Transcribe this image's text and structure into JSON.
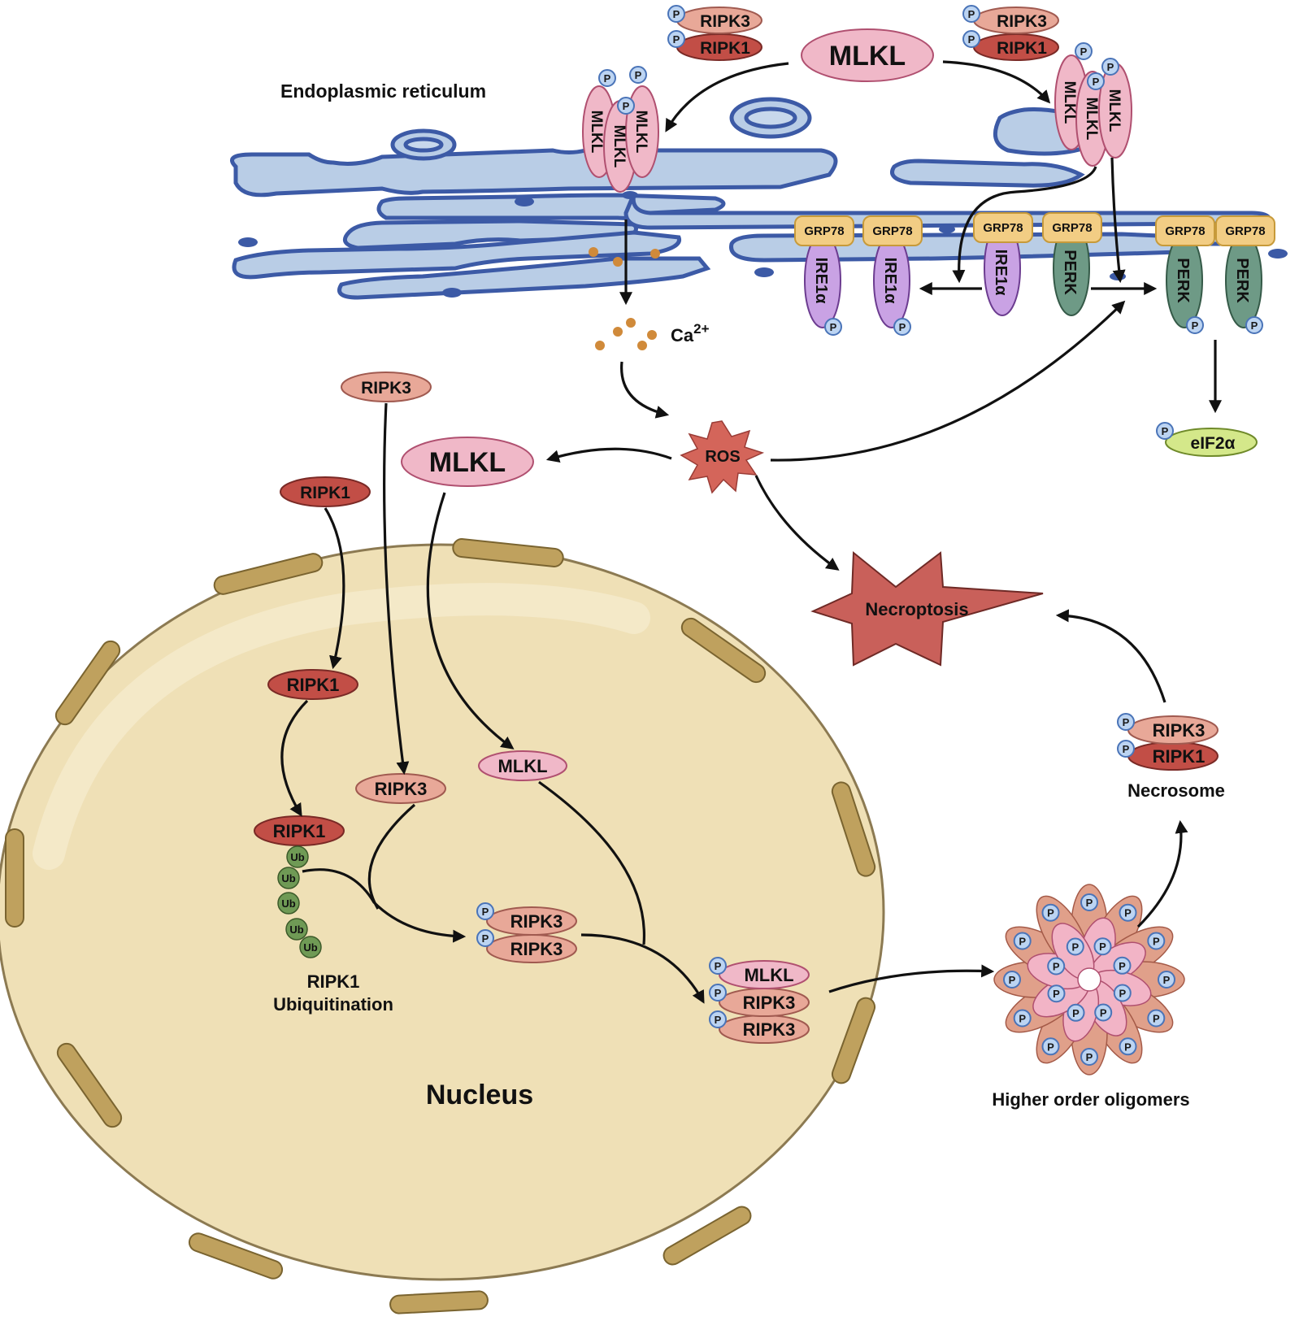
{
  "labels": {
    "er_title": "Endoplasmic reticulum",
    "mlkl": "MLKL",
    "ripk3": "RIPK3",
    "ripk1": "RIPK1",
    "p": "P",
    "grp78": "GRP78",
    "ire1a": "IRE1α",
    "perk": "PERK",
    "ca_base": "Ca",
    "ca_sup": "2+",
    "ros": "ROS",
    "eif2a": "eIF2α",
    "necroptosis": "Necroptosis",
    "necrosome": "Necrosome",
    "higher_order": "Higher order oligomers",
    "ub": "Ub",
    "ubiq_line1": "RIPK1",
    "ubiq_line2": "Ubiquitination",
    "nucleus": "Nucleus"
  },
  "colors": {
    "er_fill": "#b9cde6",
    "er_stroke": "#3c5aa6",
    "mlkl_fill": "#f0b8c8",
    "ripk3_fill": "#e8a898",
    "ripk1_fill": "#c24e46",
    "grp78_fill": "#f2cd84",
    "ire1a_fill": "#c9a2e4",
    "perk_fill": "#6e9a86",
    "ros_fill": "#d4655a",
    "necroptosis_fill": "#c9605a",
    "eif2a_fill": "#d4e88a",
    "nucleus_fill": "#efe0b6",
    "nucleus_pore": "#bfa15e",
    "ub_fill": "#6f9a55",
    "calcium": "#d08a3a",
    "p_fill": "#bcd4f2"
  }
}
